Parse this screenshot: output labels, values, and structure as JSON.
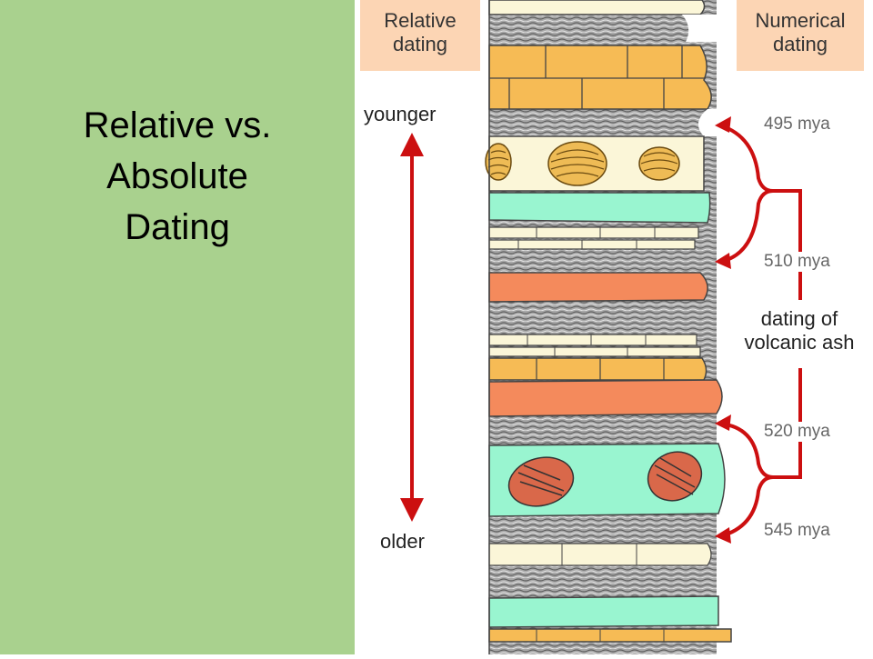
{
  "slide": {
    "title_lines": [
      "Relative vs.",
      "Absolute",
      "Dating"
    ]
  },
  "diagram": {
    "relative_header": [
      "Relative",
      "dating"
    ],
    "numerical_header": [
      "Numerical",
      "dating"
    ],
    "younger_label": "younger",
    "older_label": "older",
    "ash_label": [
      "dating of",
      "volcanic ash"
    ],
    "ages": [
      "495 mya",
      "510 mya",
      "520 mya",
      "545 mya"
    ],
    "colors": {
      "panel_green": "#a9d18e",
      "header_peach": "#fcd5b4",
      "sandstone": "#f6bb55",
      "limestone": "#fbf6d8",
      "shale": "#9a9a9a",
      "mint_layer": "#99f5d0",
      "ash_layer": "#f48a5c",
      "arrow_red": "#cc0f10"
    }
  }
}
